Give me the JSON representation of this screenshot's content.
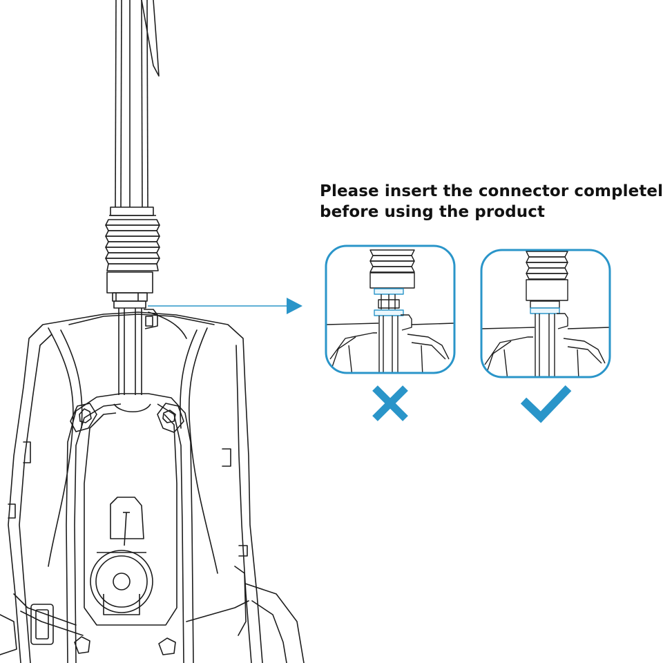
{
  "instruction": {
    "line1": "Please insert the connector completely",
    "line2": "before using the product"
  },
  "panels": [
    {
      "state": "incorrect",
      "mark_icon": "cross-icon"
    },
    {
      "state": "correct",
      "mark_icon": "check-icon"
    }
  ],
  "colors": {
    "accent": "#2a95c9",
    "highlight": "#9fd3ee",
    "line": "#1c1c1c",
    "text": "#111111",
    "background": "#ffffff"
  }
}
